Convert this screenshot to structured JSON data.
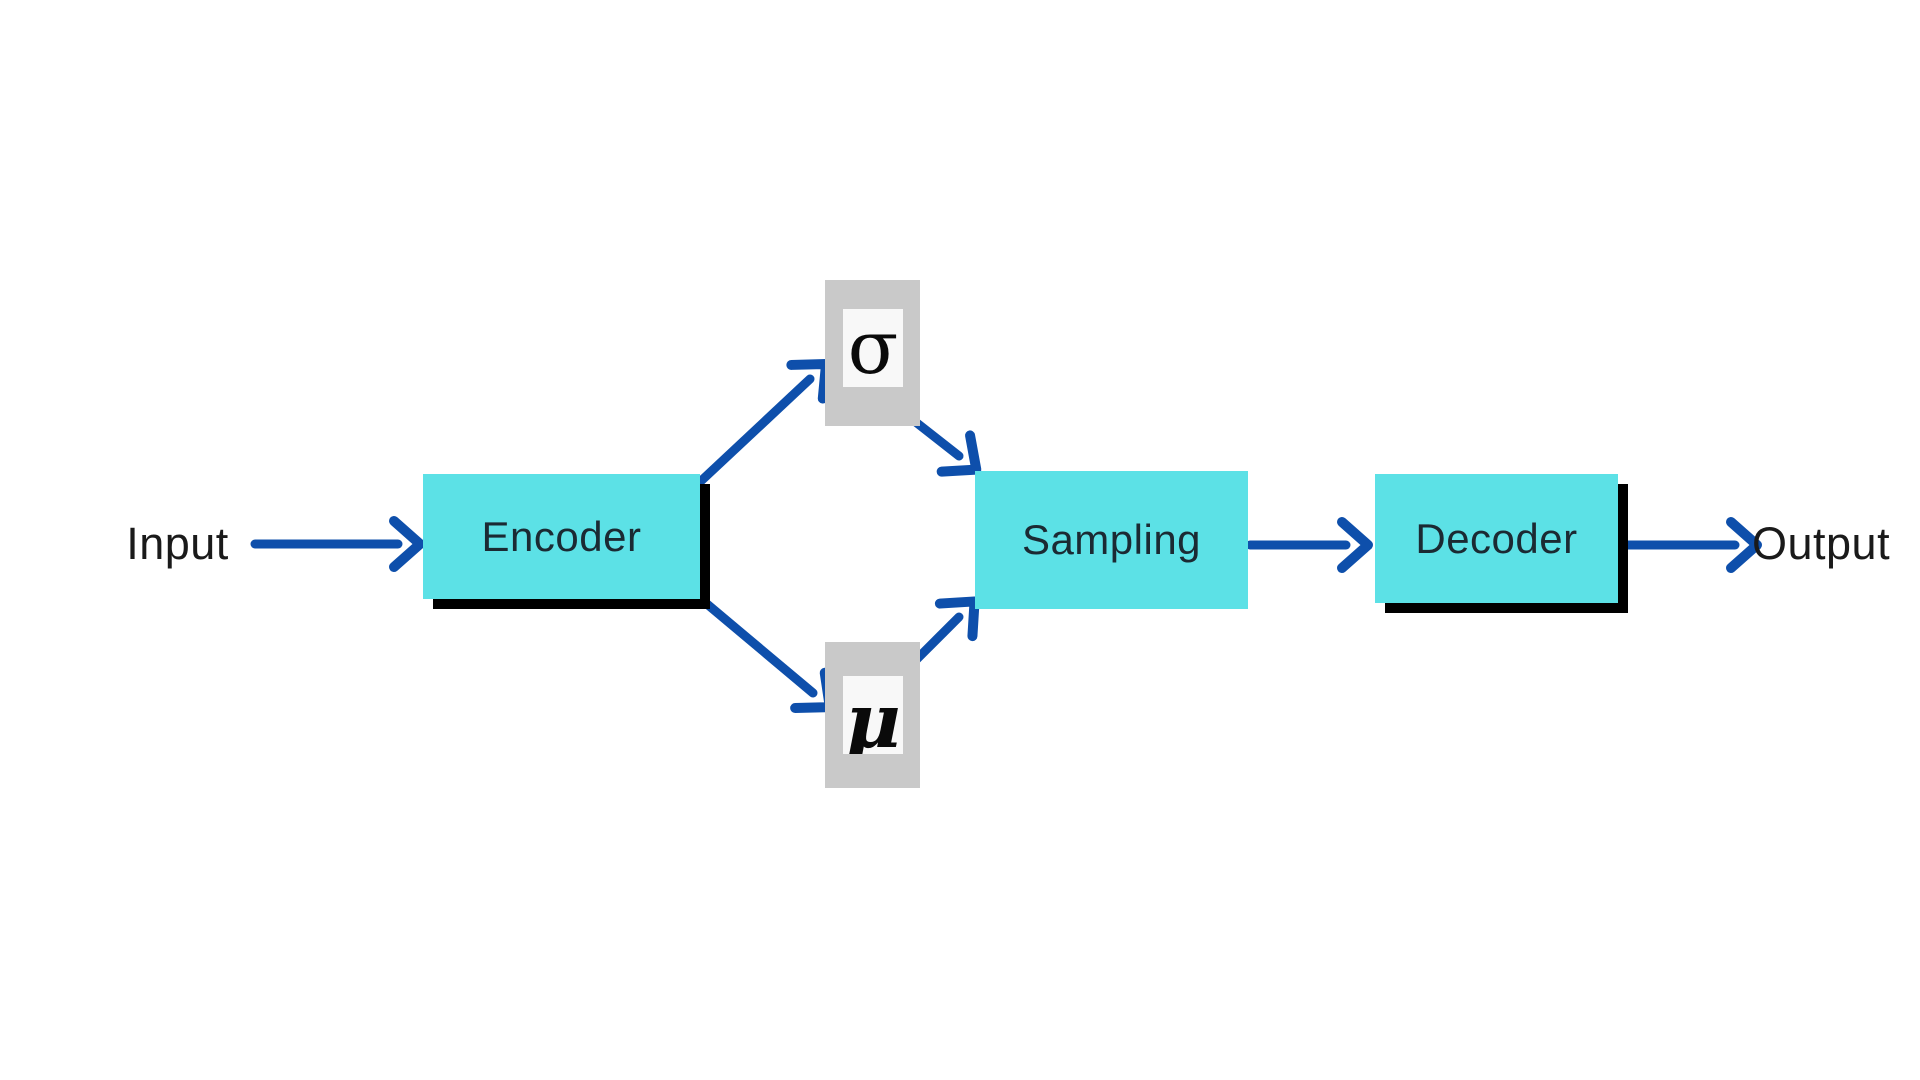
{
  "diagram": {
    "labels": {
      "input": "Input",
      "output": "Output"
    },
    "nodes": {
      "encoder": "Encoder",
      "sigma": "σ",
      "mu": "μ",
      "sampling": "Sampling",
      "decoder": "Decoder"
    },
    "colors": {
      "node_fill": "#5ce1e6",
      "arrow_blue": "#0e4fab",
      "param_box_gray": "#c9c9c9",
      "param_inner_white": "#f8f8f8",
      "node_shadow": "#000000",
      "label_text": "#1a1a1a",
      "node_text": "#1b2a33"
    },
    "edges": [
      "input → encoder",
      "encoder → sigma",
      "encoder → mu",
      "sigma → sampling",
      "mu → sampling",
      "sampling → decoder",
      "decoder → output"
    ]
  }
}
